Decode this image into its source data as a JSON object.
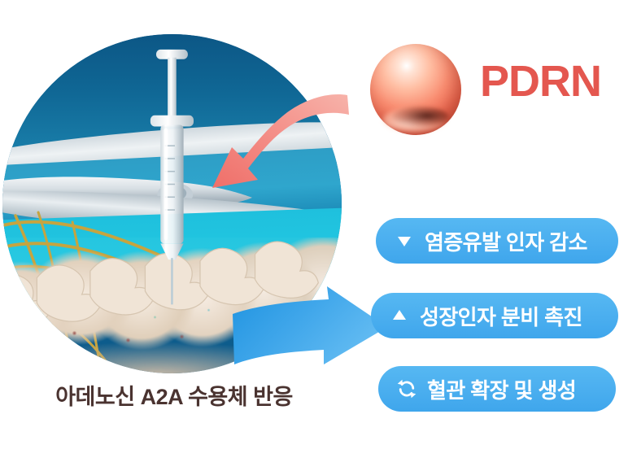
{
  "illustration": {
    "name": "adenosine-a2a-injection-illustration",
    "caption": "아데노신 A2A 수용체 반응",
    "caption_color": "#4a3330",
    "elements": {
      "syringe": "syringe-injecting-into-tissue",
      "tissue_layers": "layered-skin-fascia-tissue",
      "bones": "vertebrae-spine-cluster",
      "nerves": "golden-nerve-fibers",
      "inbound_arrow": "pink-curved-arrow-inward",
      "outbound_arrow": "blue-arrow-outward"
    },
    "colors": {
      "deep_blue": "#0c5584",
      "mid_blue": "#2fa6cd",
      "cyan": "#21c8e2",
      "bone": "#f3e7da",
      "nerve": "#c6a43f",
      "arrow_pink": "#f2897f",
      "arrow_blue": "#3fa2ea"
    }
  },
  "brand": {
    "title": "PDRN",
    "title_color": "#e4574f",
    "sphere_icon": "pdrn-sphere-icon",
    "sphere_color": "#ef6a52"
  },
  "effects": {
    "badge_color": "#4aaeef",
    "badge_text_color": "#ffffff",
    "items": [
      {
        "icon": "triangle-down-icon",
        "label": "염증유발 인자 감소"
      },
      {
        "icon": "triangle-up-icon",
        "label": "성장인자 분비 촉진"
      },
      {
        "icon": "refresh-cycle-icon",
        "label": "혈관 확장 및 생성"
      }
    ]
  }
}
